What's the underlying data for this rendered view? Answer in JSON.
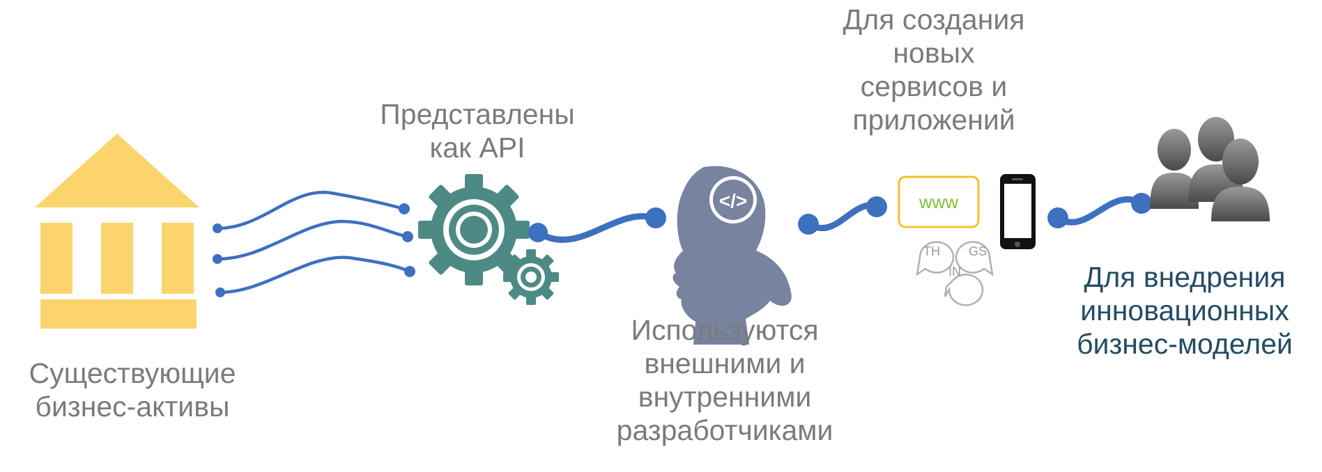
{
  "labels": {
    "assets": [
      "Существующие",
      "бизнес-активы"
    ],
    "api": [
      "Представлены",
      "как API"
    ],
    "developers": [
      "Используются",
      "внешними и",
      "внутренними",
      "разработчиками"
    ],
    "services": [
      "Для создания",
      "новых",
      "сервисов и",
      "приложений"
    ],
    "innovation": [
      "Для внедрения",
      "инновационных",
      "бизнес-моделей"
    ]
  },
  "icons": {
    "bank": "bank-icon",
    "gears": "gears-icon",
    "developer": "developer-head-icon",
    "code_symbol": "</>",
    "www_label": "www",
    "phone": "smartphone-icon",
    "bubbles": [
      "TH",
      "IN",
      "GS"
    ],
    "users": "users-group-icon"
  },
  "colors": {
    "bank": "#fcd46e",
    "gear": "#4d8a85",
    "connector": "#3d70bf",
    "head": "#77839f",
    "www_border": "#f3c12c",
    "www_text": "#7fbf3a",
    "text": "#7b7b7b",
    "text_dark": "#244b64"
  }
}
